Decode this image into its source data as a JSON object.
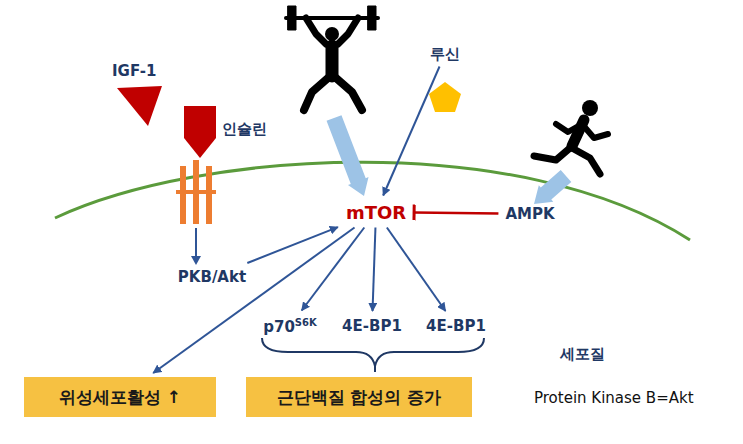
{
  "diagram": {
    "nodes": [
      {
        "text": [
          "루신"
        ]
      },
      {
        "text": [
          "mTOR"
        ]
      },
      {
        "text": [
          "AMPK"
        ]
      },
      {
        "text": [
          "PKB/Akt"
        ]
      },
      {
        "text": [
          "p70",
          "S6K"
        ]
      },
      {
        "text": [
          "4E-BP1"
        ]
      },
      {
        "text": [
          "4E-BP1"
        ]
      },
      {
        "text": [
          "위성세포활성 ↑"
        ]
      },
      {
        "text": [
          "근단백질 합성의 증가"
        ]
      }
    ],
    "edges": [
      {
        "from": 3,
        "to": 1,
        "arrow": "to"
      },
      {
        "from": 0,
        "to": 1,
        "arrow": "to"
      },
      {
        "from": 2,
        "to": 1,
        "arrow": "to"
      },
      {
        "from": 1,
        "to": 4,
        "arrow": "to"
      },
      {
        "from": 1,
        "to": 5,
        "arrow": "to"
      },
      {
        "from": 1,
        "to": 6,
        "arrow": "to"
      },
      {
        "from": 1,
        "to": 7,
        "arrow": "to"
      }
    ],
    "labels": [
      "IGF-1",
      "인슐린",
      "세포질",
      "Protein Kinase B=Akt"
    ]
  }
}
